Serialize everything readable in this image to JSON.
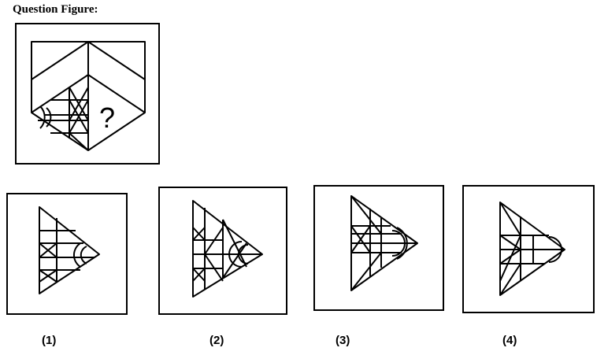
{
  "question": {
    "title": "Question Figure:",
    "missing_mark": "?"
  },
  "options": [
    {
      "label": "(1)"
    },
    {
      "label": "(2)"
    },
    {
      "label": "(3)"
    },
    {
      "label": "(4)"
    }
  ]
}
